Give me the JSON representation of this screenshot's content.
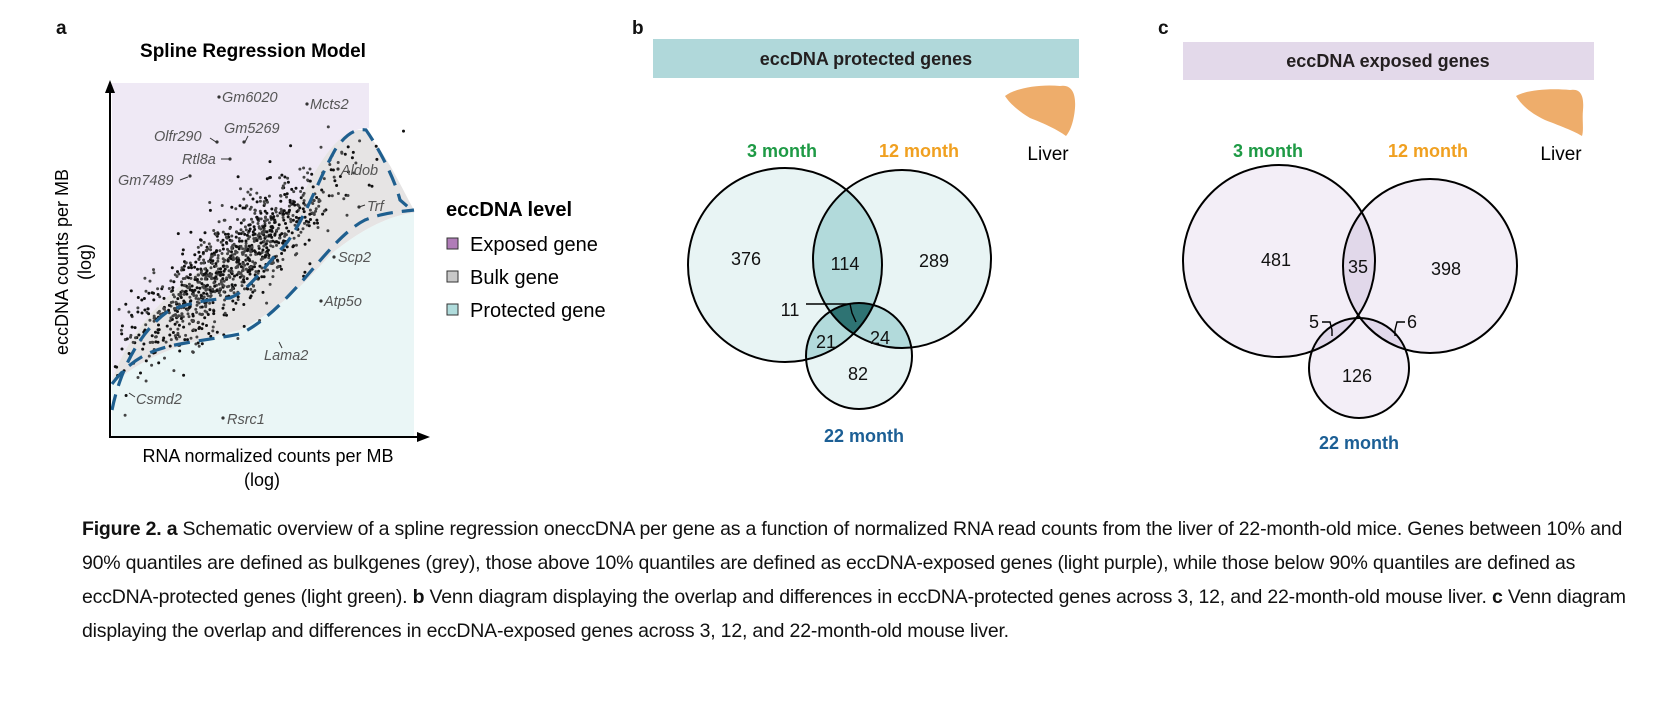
{
  "panels": {
    "a": {
      "letter": "a",
      "title": "Spline Regression Model",
      "xlabel_line1": "RNA normalized counts per MB",
      "xlabel_line2": "(log)",
      "ylabel_line1": "eccDNA counts per MB",
      "ylabel_line2": "(log)",
      "legend": {
        "title": "eccDNA level",
        "items": [
          {
            "label": "Exposed gene",
            "color": "#b07cb8"
          },
          {
            "label": "Bulk gene",
            "color": "#c8c8c8"
          },
          {
            "label": "Protected gene",
            "color": "#b0dcdc"
          }
        ]
      },
      "gene_labels": [
        "Gm6020",
        "Mcts2",
        "Olfr290",
        "Gm5269",
        "Rtl8a",
        "Gm7489",
        "Aldob",
        "Trf",
        "Scp2",
        "Atp5o",
        "Lama2",
        "Csmd2",
        "Rsrc1"
      ],
      "region_colors": {
        "exposed": "#efe9f5",
        "bulk": "#e6e4e4",
        "protected": "#eaf6f6",
        "boundary": "#1f5f8f"
      }
    },
    "b": {
      "letter": "b",
      "header": "eccDNA protected genes",
      "header_color": "#b0d8da",
      "tissue_label": "Liver",
      "sets": [
        {
          "label": "3 month",
          "color": "#1e9a45"
        },
        {
          "label": "12 month",
          "color": "#f0a020"
        },
        {
          "label": "22 month",
          "color": "#1c5f95"
        }
      ],
      "counts": {
        "only_3": "376",
        "only_12": "289",
        "only_22": "82",
        "3_12": "114",
        "3_22": "21",
        "12_22": "24",
        "all": "11"
      },
      "fill_colors": {
        "single": "#e8f4f4",
        "pair": "#b2dadb",
        "triple": "#2e7373"
      }
    },
    "c": {
      "letter": "c",
      "header": "eccDNA exposed genes",
      "header_color": "#e3d9ea",
      "tissue_label": "Liver",
      "sets": [
        {
          "label": "3 month",
          "color": "#1e9a45"
        },
        {
          "label": "12 month",
          "color": "#f0a020"
        },
        {
          "label": "22 month",
          "color": "#1c5f95"
        }
      ],
      "counts": {
        "only_3": "481",
        "only_12": "398",
        "only_22": "126",
        "3_12": "35",
        "3_22": "5",
        "12_22": "6"
      },
      "fill_colors": {
        "single": "#f3eef7",
        "pair": "#e1d8ea"
      }
    }
  },
  "liver_color": "#eead6b",
  "caption": {
    "fig": "Figure 2.",
    "a_letter": "a",
    "a_text": " Schematic overview of a spline regression oneccDNA per gene as a function of normalized RNA read counts from the liver of 22-month-old mice. Genes between 10% and 90% quantiles are defined as bulkgenes (grey), those above 10% quantiles are defined as eccDNA-exposed genes (light purple), while those below 90% quantiles are defined as eccDNA-protected genes (light green). ",
    "b_letter": "b",
    "b_text": " Venn diagram displaying the overlap and differences in eccDNA-protected genes across 3, 12, and 22-month-old mouse liver. ",
    "c_letter": "c",
    "c_text": " Venn diagram displaying the overlap and differences in eccDNA-exposed genes across 3, 12, and 22-month-old mouse liver."
  }
}
